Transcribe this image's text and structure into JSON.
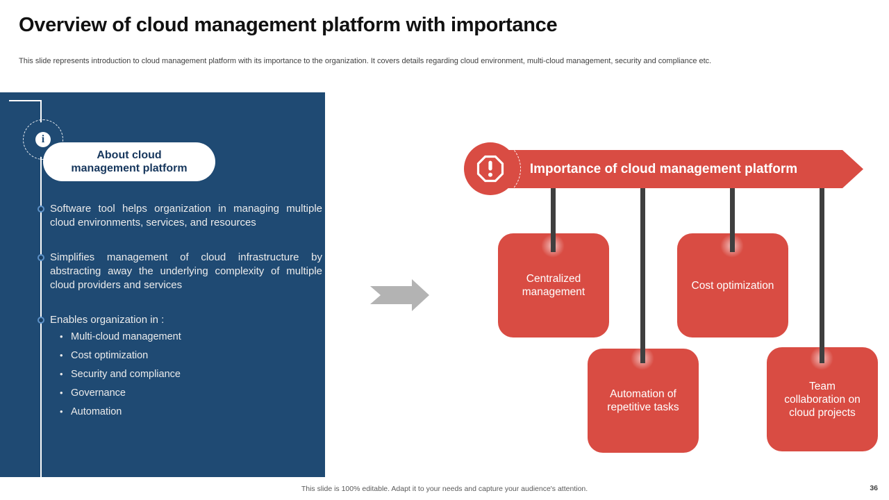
{
  "slide": {
    "title": "Overview of cloud management platform with importance",
    "subtitle": "This slide represents introduction to cloud management platform with its importance to the organization. It covers details regarding cloud environment, multi-cloud management, security and compliance etc.",
    "footer": "This slide is 100% editable. Adapt it to your needs and capture your audience's attention.",
    "page_number": "36"
  },
  "left_panel": {
    "icon": "info-icon",
    "icon_glyph": "i",
    "heading_lines": [
      "About cloud",
      "management platform"
    ],
    "bullets": [
      "Software tool helps organization in managing multiple cloud environments, services, and resources",
      "Simplifies management of cloud infrastructure by abstracting away the underlying complexity of multiple cloud providers and services",
      "Enables organization in :"
    ],
    "sub_bullet_glyph": "•",
    "sub_bullets": [
      "Multi-cloud management",
      "Cost optimization",
      "Security and compliance",
      "Governance",
      "Automation"
    ]
  },
  "diagram": {
    "transition_icon": "right-arrow-icon",
    "banner_icon": "alert-octagon-icon",
    "banner_title": "Importance of cloud management platform",
    "nodes": [
      {
        "label": "Centralized management"
      },
      {
        "label": "Cost optimization"
      },
      {
        "label": "Automation of repetitive tasks"
      },
      {
        "label": "Team collaboration on cloud projects"
      }
    ]
  },
  "colors": {
    "panel_blue": "#1F4A73",
    "accent_red": "#D94C43",
    "connector_dark": "#3F3F3F",
    "arrow_gray": "#B3B3B3",
    "navy_text": "#17375D"
  }
}
